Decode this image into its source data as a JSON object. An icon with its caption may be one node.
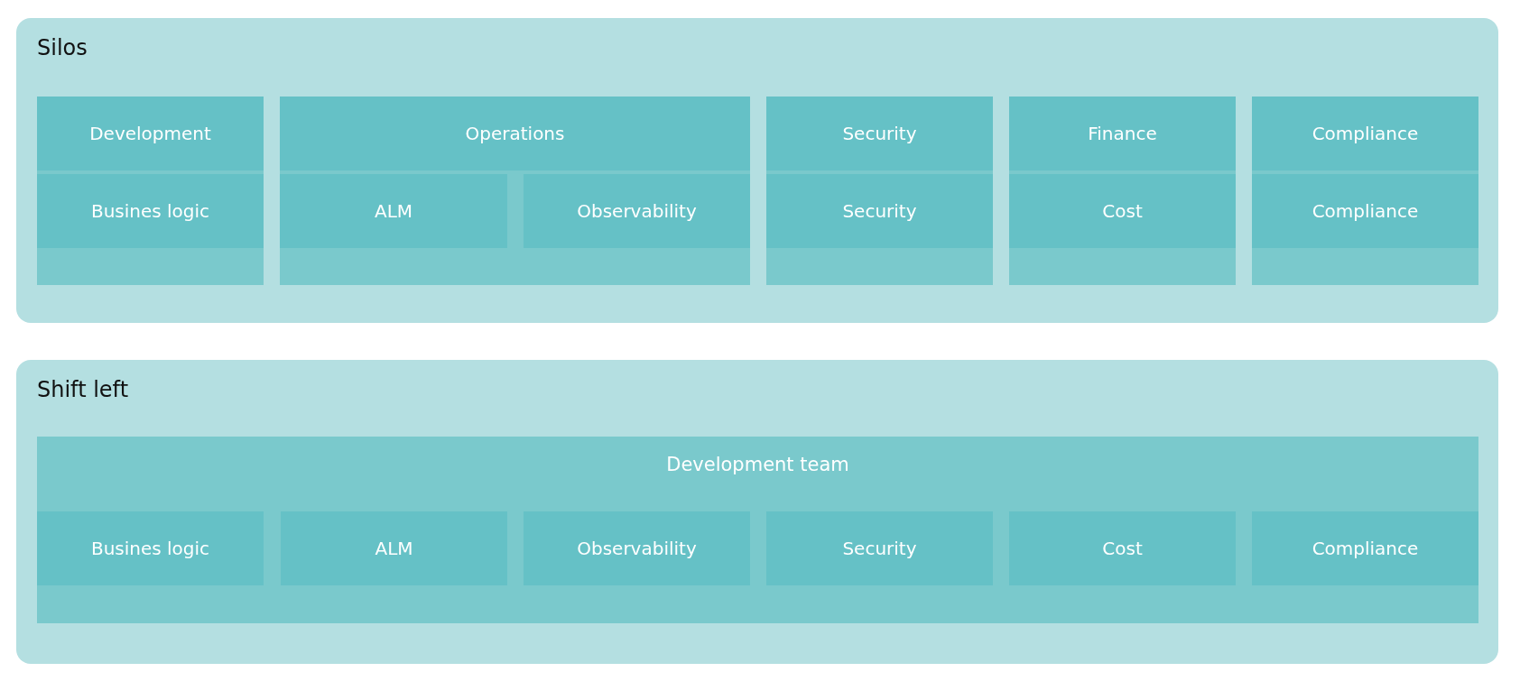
{
  "diagram": {
    "nodes": [
      {
        "text": [
          "Silos"
        ]
      },
      {
        "text": [],
        "shape": "box",
        "in": 0
      },
      {
        "text": [
          "Development"
        ],
        "in": 1
      },
      {
        "text": [
          "Busines logic"
        ],
        "in": 1
      },
      {
        "text": [],
        "shape": "box",
        "in": 0
      },
      {
        "text": [
          "Operations"
        ],
        "in": 4
      },
      {
        "text": [
          "ALM"
        ],
        "in": 4
      },
      {
        "text": [
          "Observability"
        ],
        "in": 4
      },
      {
        "text": [],
        "shape": "box",
        "in": 0
      },
      {
        "text": [
          "Security"
        ],
        "in": 8
      },
      {
        "text": [
          "Security"
        ],
        "in": 8
      },
      {
        "text": [],
        "shape": "box",
        "in": 0
      },
      {
        "text": [
          "Finance"
        ],
        "in": 11
      },
      {
        "text": [
          "Cost"
        ],
        "in": 11
      },
      {
        "text": [],
        "shape": "box",
        "in": 0
      },
      {
        "text": [
          "Compliance"
        ],
        "in": 14
      },
      {
        "text": [
          "Compliance"
        ],
        "in": 14
      },
      {
        "text": [
          "Shift left"
        ]
      },
      {
        "text": [
          "Development team"
        ],
        "in": 17
      },
      {
        "text": [
          "Busines logic"
        ],
        "in": 18
      },
      {
        "text": [
          "ALM"
        ],
        "in": 18
      },
      {
        "text": [
          "Observability"
        ],
        "in": 18
      },
      {
        "text": [
          "Security"
        ],
        "in": 18
      },
      {
        "text": [
          "Cost"
        ],
        "in": 18
      },
      {
        "text": [
          "Compliance"
        ],
        "in": 18
      }
    ]
  }
}
